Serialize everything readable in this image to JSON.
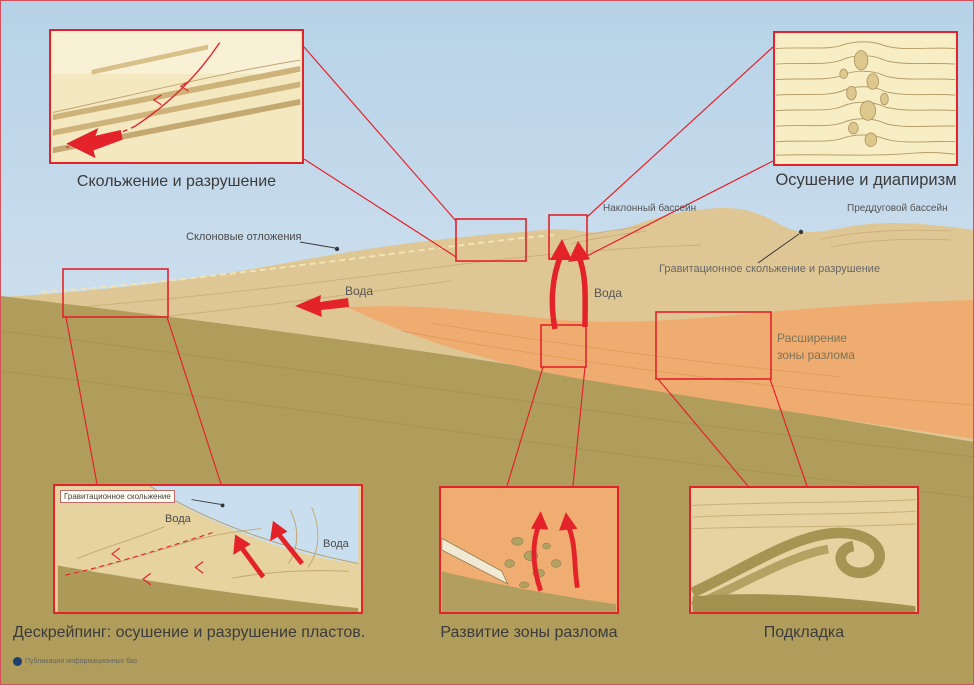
{
  "captions": {
    "slide_destruction": "Скольжение и разрушение",
    "dewatering_diapirism": "Осушение и диапиризм",
    "descraping": "Дескрейпинг: осушение и разрушение пластов.",
    "fault_zone_dev": "Развитие зоны разлома",
    "underplating": "Подкладка"
  },
  "labels": {
    "slope_deposits": "Склоновые отложения",
    "inclined_basin": "Наклонный бассейн",
    "forearc_basin": "Преддуговой бассейн",
    "gravitational_sliding": "Гравитационное скольжение и разрушение",
    "water_left": "Вода",
    "water_center": "Вода",
    "fault_expansion_line1": "Расширение",
    "fault_expansion_line2": "зоны разлома"
  },
  "inset_bl": {
    "grav_sliding_box": "Гравитационное скольжение",
    "water_1": "Вода",
    "water_2": "Вода"
  },
  "footer": {
    "credit": "Публикация информационных баз"
  },
  "colors": {
    "accent_red": "#e3222a",
    "sand": "#dfc795",
    "orange": "#eeac70",
    "olive": "#b09d5c",
    "sky": "#bcd4e8",
    "water_blue": "#c9dfef"
  }
}
